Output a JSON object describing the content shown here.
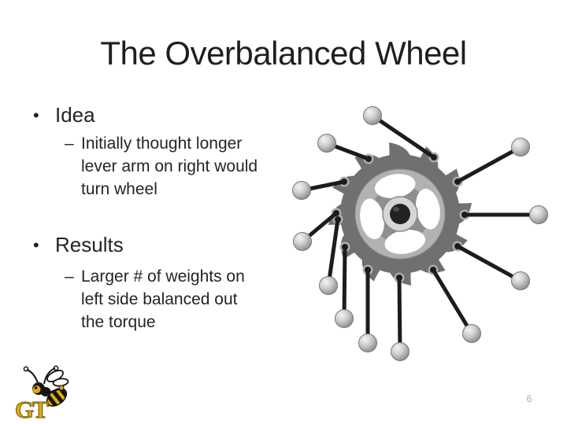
{
  "slide": {
    "title": "The Overbalanced Wheel",
    "bullets": [
      {
        "marker": "•",
        "label": "Idea",
        "dash": "–",
        "lines": [
          "Initially thought longer",
          "lever arm on right would",
          "turn wheel"
        ]
      },
      {
        "marker": "•",
        "label": "Results",
        "dash": "–",
        "lines": [
          "Larger # of weights on",
          "left side balanced out",
          "the torque"
        ]
      }
    ],
    "figure": {
      "alt": "Overbalanced wheel: gray sawtooth wheel with twelve weighted pendulum rods, longer lever arms extended on the right side, weights hanging down on the left side"
    },
    "logo": {
      "letters": "GT"
    },
    "page_number": "6",
    "colors": {
      "text": "#242424",
      "page_number": "#a9a9a9",
      "logo_gold": "#e0ab10",
      "wheel_dark_gray": "#707070",
      "wheel_light_gray": "#b2b2b2",
      "rod_black": "#1c1c1c"
    }
  }
}
